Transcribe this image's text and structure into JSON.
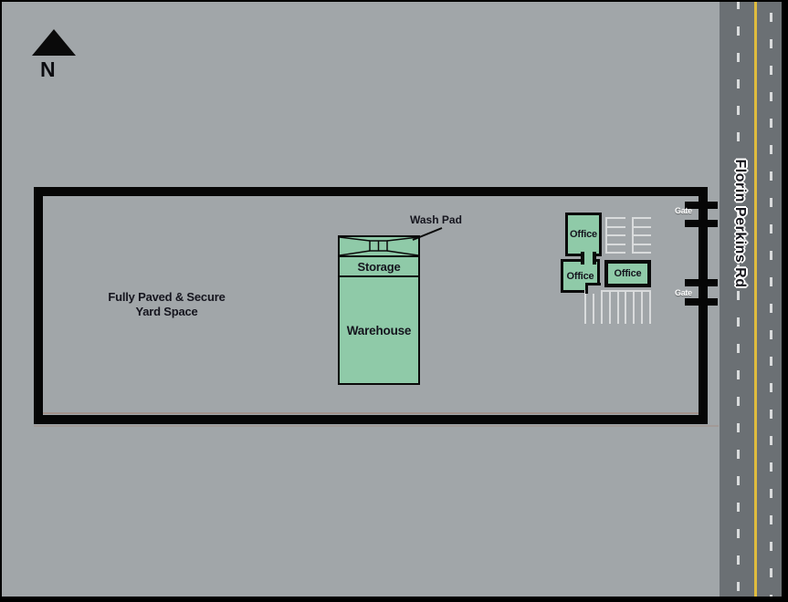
{
  "colors": {
    "background": "#a1a6a9",
    "road_surface": "#6b7074",
    "road_center_line": "#e0bc3e",
    "lane_dash": "#d9dbdc",
    "building_fill": "#8fcaa8",
    "outline": "#0a0a0a"
  },
  "north_arrow": {
    "label": "N"
  },
  "road": {
    "name": "Florin Perkins Rd"
  },
  "yard": {
    "label_line1": "Fully Paved & Secure",
    "label_line2": "Yard Space"
  },
  "buildings": {
    "wash_pad": {
      "label": "Wash Pad"
    },
    "storage": {
      "label": "Storage"
    },
    "warehouse": {
      "label": "Warehouse"
    },
    "office_top": {
      "label": "Office"
    },
    "office_bottom": {
      "label": "Office"
    },
    "office_right": {
      "label": "Office"
    }
  },
  "gates": [
    {
      "label": "Gate"
    },
    {
      "label": "Gate"
    }
  ],
  "parking": {
    "top_rows_per_group": 5,
    "top_groups": 2,
    "bottom_stalls": 9
  }
}
